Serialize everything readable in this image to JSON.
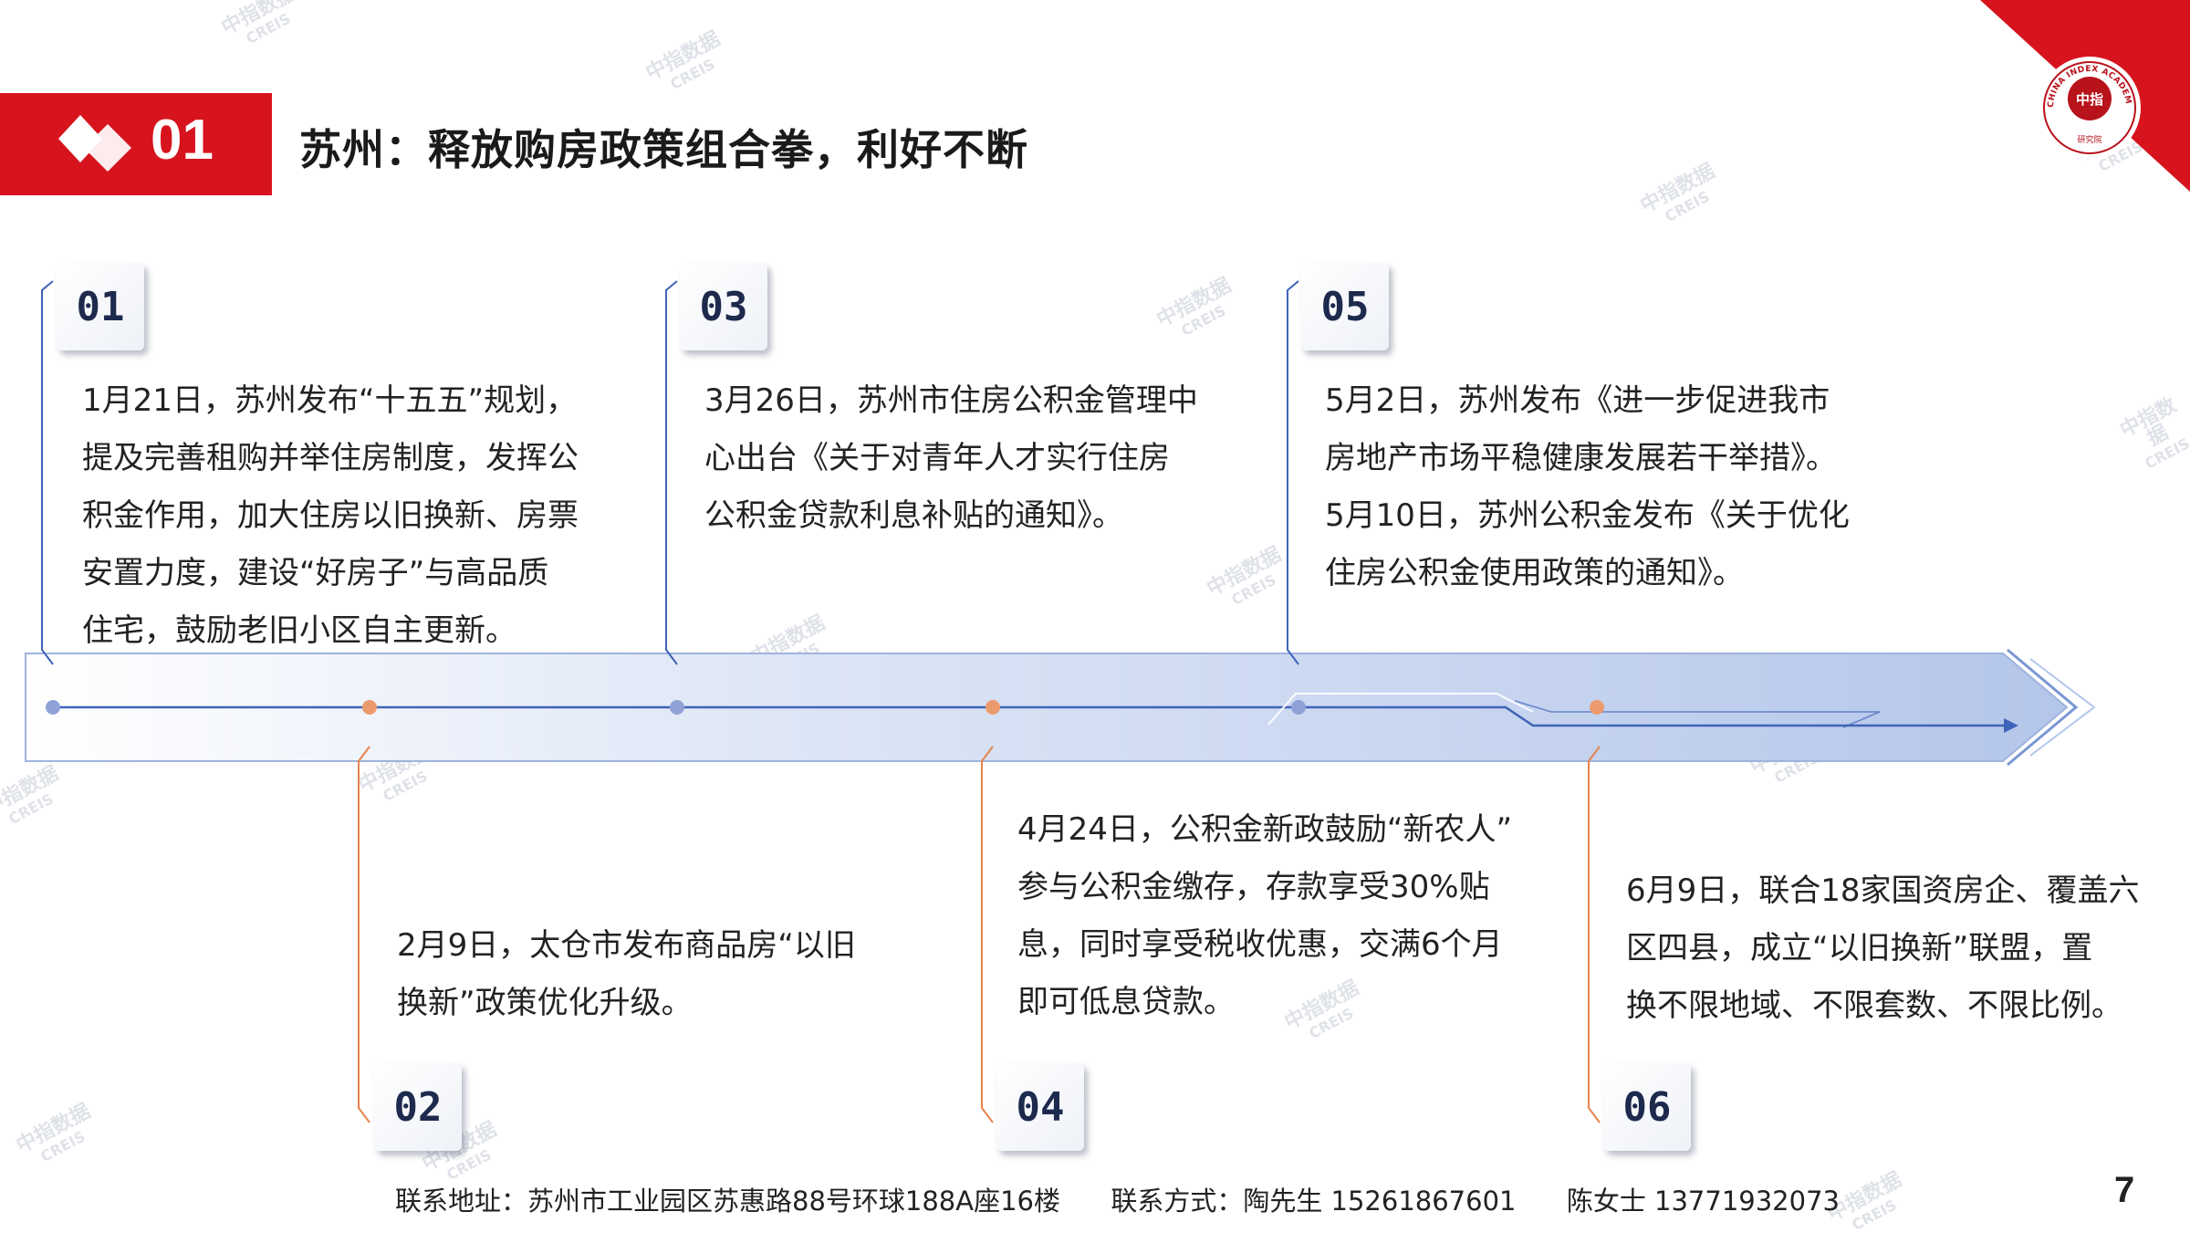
{
  "header": {
    "section_number": "01",
    "title": "苏州：释放购房政策组合拳，利好不断"
  },
  "events": [
    {
      "label": "01",
      "text_lines": [
        "1月21日，苏州发布“十五五”规划，",
        "提及完善租购并举住房制度，发挥公",
        "积金作用，加大住房以旧换新、房票",
        "安置力度，建设“好房子”与高品质",
        "住宅，鼓励老旧小区自主更新。"
      ]
    },
    {
      "label": "02",
      "text_lines": [
        "2月9日，太仓市发布商品房“以旧",
        "换新”政策优化升级。"
      ]
    },
    {
      "label": "03",
      "text_lines": [
        "3月26日，苏州市住房公积金管理中",
        "心出台《关于对青年人才实行住房",
        "公积金贷款利息补贴的通知》。"
      ]
    },
    {
      "label": "04",
      "text_lines": [
        "4月24日，公积金新政鼓励“新农人”",
        "参与公积金缴存，存款享受30%贴",
        "息，同时享受税收优惠，交满6个月",
        "即可低息贷款。"
      ]
    },
    {
      "label": "05",
      "text_lines": [
        "5月2日，苏州发布《进一步促进我市",
        "房地产市场平稳健康发展若干举措》。",
        "5月10日，苏州公积金发布《关于优化",
        "住房公积金使用政策的通知》。"
      ]
    },
    {
      "label": "06",
      "text_lines": [
        "6月9日，联合18家国资房企、覆盖六",
        "区四县，成立“以旧换新”联盟，置",
        "换不限地域、不限套数、不限比例。"
      ]
    }
  ],
  "colors": {
    "accent_red": "#d7141e",
    "timeline_blue": "#3f63b8",
    "node_orange": "#e8834e",
    "node_blue": "#7b8fcc"
  },
  "footer": {
    "address": "联系地址：苏州市工业园区苏惠路88号环球188A座16楼",
    "contact": "联系方式：陶先生 15261867601",
    "contact2": "陈女士 13771932073"
  },
  "page_number": "7",
  "logo": {
    "ring_text": "CHINA INDEX ACADEMY",
    "center_text": "中指",
    "bottom_text": "研究院"
  },
  "watermark": {
    "line1": "中指数据",
    "line2": "CREIS"
  }
}
